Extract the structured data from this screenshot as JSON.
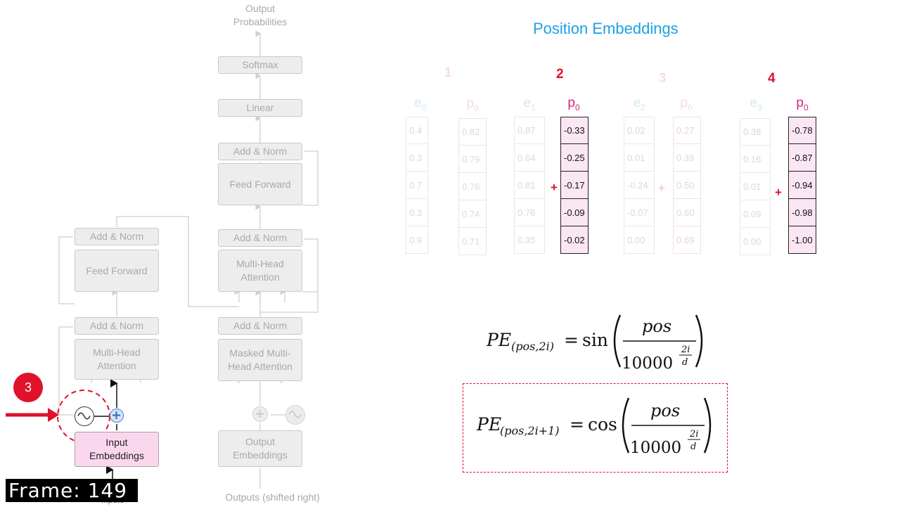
{
  "title": "Position Embeddings",
  "step_badge": "3",
  "frame_label": "Frame:  149",
  "decoder": {
    "output_probs": "Output\nProbabilities",
    "softmax": "Softmax",
    "linear": "Linear",
    "addnorm_top": "Add & Norm",
    "feed_forward": "Feed Forward",
    "addnorm_mid": "Add & Norm",
    "mha": "Multi-Head\nAttention",
    "addnorm_low": "Add & Norm",
    "masked_mha": "Masked Multi-\nHead Attention",
    "output_embeddings": "Output\nEmbeddings",
    "outputs_shifted": "Outputs (shifted right)"
  },
  "encoder": {
    "addnorm_top": "Add & Norm",
    "feed_forward": "Feed Forward",
    "addnorm_low": "Add & Norm",
    "mha": "Multi-Head\nAttention",
    "input_embeddings": "Input\nEmbeddings",
    "inputs": "Inputs"
  },
  "positions": [
    {
      "num": "1",
      "e_label": "e",
      "e_sub": "0",
      "p_label": "p",
      "p_sub": "0",
      "e_values": [
        "0.4",
        "0.3",
        "0.7",
        "0.3",
        "0.9"
      ],
      "p_values": [
        "0.82",
        "0.79",
        "0.76",
        "0.74",
        "0.71"
      ]
    },
    {
      "num": "2",
      "e_label": "e",
      "e_sub": "1",
      "p_label": "p",
      "p_sub": "0",
      "e_values": [
        "0.87",
        "0.64",
        "0.81",
        "0.76",
        "0.35"
      ],
      "p_values": [
        "-0.33",
        "-0.25",
        "-0.17",
        "-0.09",
        "-0.02"
      ]
    },
    {
      "num": "3",
      "e_label": "e",
      "e_sub": "2",
      "p_label": "p",
      "p_sub": "0",
      "e_values": [
        "0.02",
        "0.01",
        "-0.24",
        "-0.07",
        "0.00"
      ],
      "p_values": [
        "0.27",
        "0.39",
        "0.50",
        "0.60",
        "0.69"
      ]
    },
    {
      "num": "4",
      "e_label": "e",
      "e_sub": "3",
      "p_label": "p",
      "p_sub": "0",
      "e_values": [
        "0.38",
        "0.16",
        "0.01",
        "0.09",
        "0.00"
      ],
      "p_values": [
        "-0.78",
        "-0.87",
        "-0.94",
        "-0.98",
        "-1.00"
      ]
    }
  ],
  "plus_sign": "+",
  "formula_sin": {
    "lhs": "PE",
    "sub": "(pos,2i)",
    "fn": "sin",
    "num": "pos",
    "den": "10000",
    "exp_num": "2i",
    "exp_den": "d"
  },
  "formula_cos": {
    "lhs": "PE",
    "sub": "(pos,2i+1)",
    "fn": "cos",
    "num": "pos",
    "den": "10000",
    "exp_num": "2i",
    "exp_den": "d"
  },
  "colors": {
    "accent_blue": "#1ba1e2",
    "red": "#e0112b",
    "pink_header": "#d4267e",
    "pink_fill": "#fbe6f4"
  }
}
